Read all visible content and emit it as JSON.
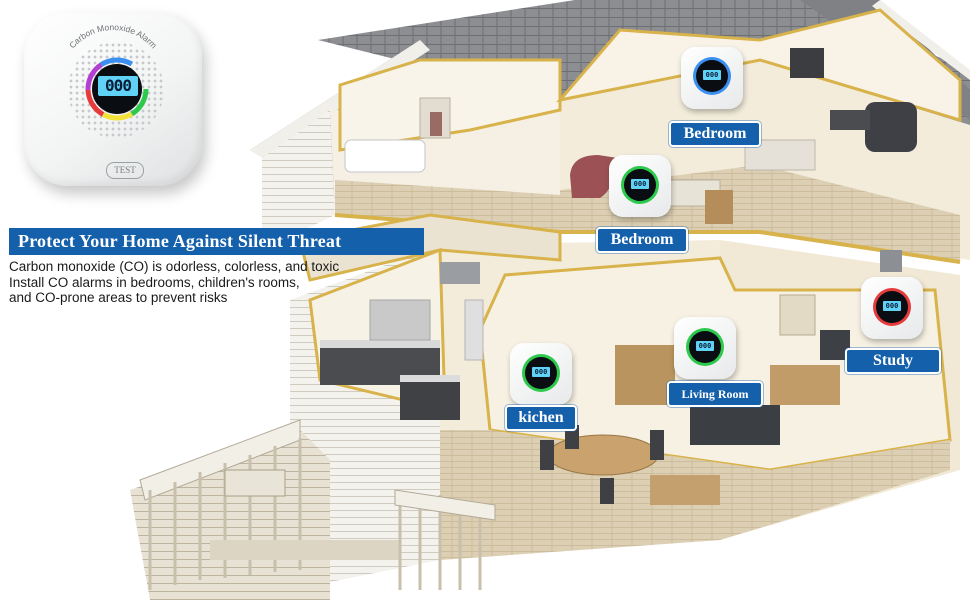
{
  "product": {
    "brand_label": "Carbon Monoxide Alarm",
    "display_reading": "000",
    "test_button_label": "TEST"
  },
  "headline": "Protect Your Home Against Silent Threat",
  "description_lines": [
    "Carbon monoxide (CO) is odorless, colorless, and toxic",
    "Install CO alarms in bedrooms, children's rooms,",
    "and CO-prone areas to prevent risks"
  ],
  "rooms": [
    {
      "label": "Bedroom"
    },
    {
      "label": "Bedroom"
    },
    {
      "label": "kichen"
    },
    {
      "label": "Living Room"
    },
    {
      "label": "Study"
    }
  ],
  "colors": {
    "accent_blue": "#1560ab",
    "lcd_blue": "#5fd2f5",
    "wall_cream": "#efe7d3",
    "roof_gray": "#8e9093",
    "trim_gold": "#d8b24a"
  }
}
